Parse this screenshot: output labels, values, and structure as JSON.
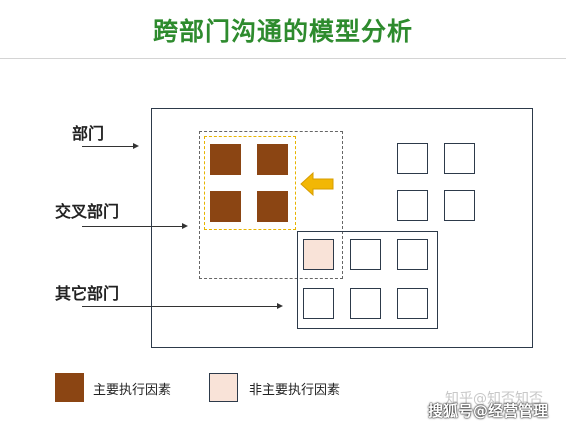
{
  "title": "跨部门沟通的模型分析",
  "labels": {
    "department": "部门",
    "cross_department": "交叉部门",
    "other_department": "其它部门"
  },
  "legend": {
    "primary_factor": "主要执行因素",
    "secondary_factor": "非主要执行因素"
  },
  "colors": {
    "title": "#2e8b2e",
    "primary_factor": "#8b4513",
    "secondary_factor": "#f9e3d8",
    "highlight": "#e8b400",
    "outline": "#2d3a4a"
  },
  "watermarks": {
    "zhihu": "知乎@知否知否",
    "sohu": "搜狐号@经营管理"
  }
}
